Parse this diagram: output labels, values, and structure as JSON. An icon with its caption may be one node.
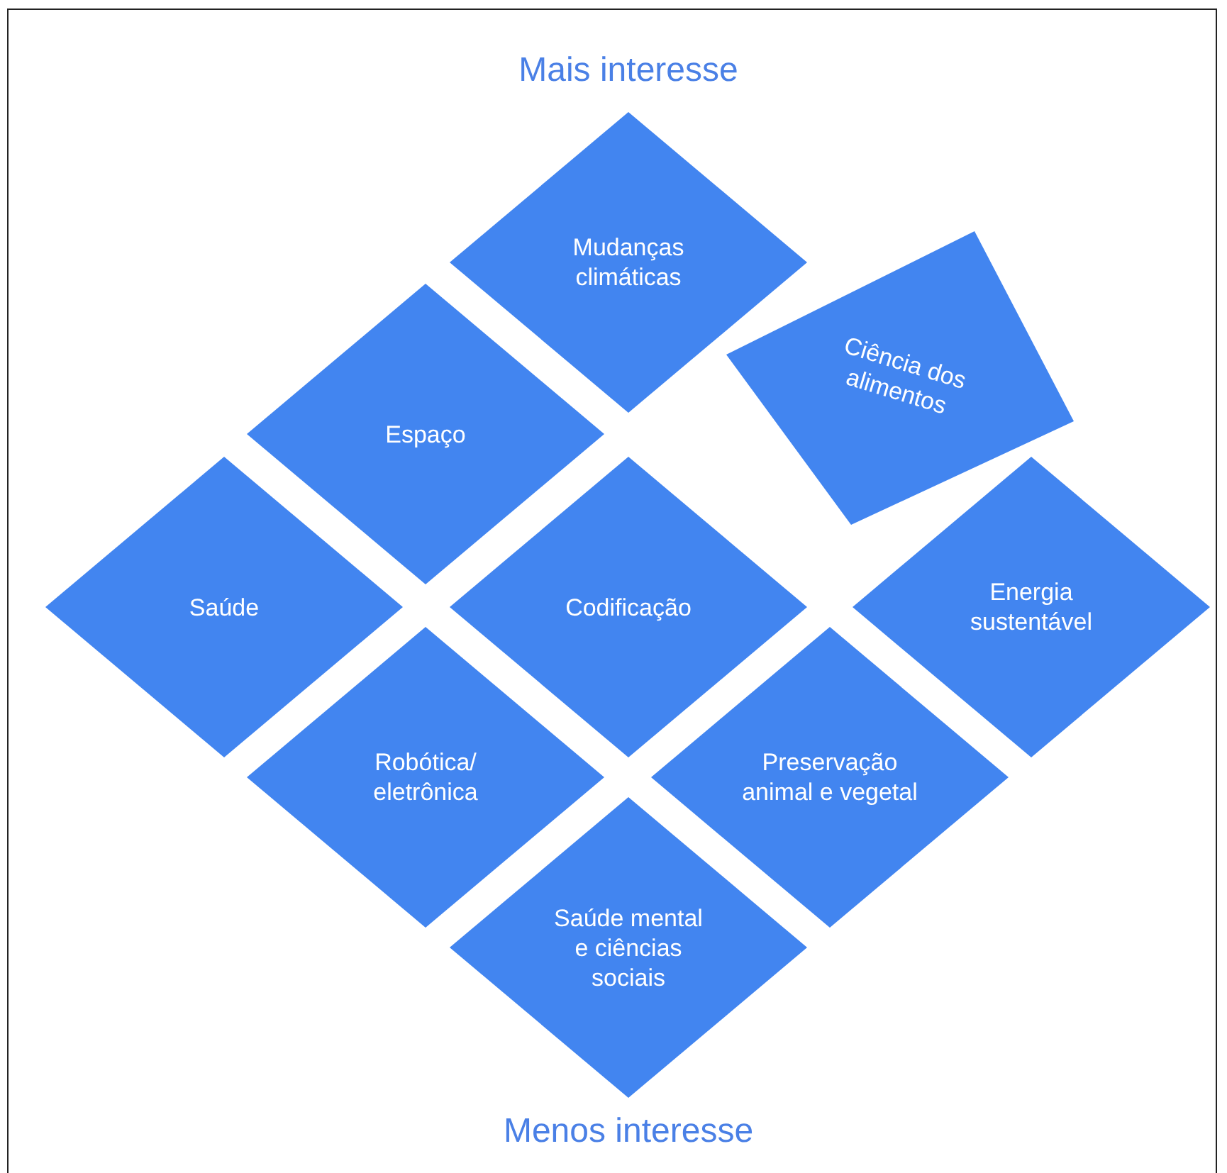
{
  "diagram": {
    "nodes": [
      {
        "text": [
          "Mudanças climáticas"
        ]
      },
      {
        "text": [
          "Ciência dos alimentos"
        ]
      },
      {
        "text": [
          "Espaço"
        ]
      },
      {
        "text": [
          "Saúde"
        ]
      },
      {
        "text": [
          "Codificação"
        ]
      },
      {
        "text": [
          "Energia sustentável"
        ]
      },
      {
        "text": [
          "Robótica/ eletrônica"
        ]
      },
      {
        "text": [
          "Preservação animal e vegetal"
        ]
      },
      {
        "text": [
          "Saúde mental e ciências sociais"
        ]
      }
    ],
    "labels": [
      "Mais interesse",
      "Menos interesse"
    ]
  }
}
